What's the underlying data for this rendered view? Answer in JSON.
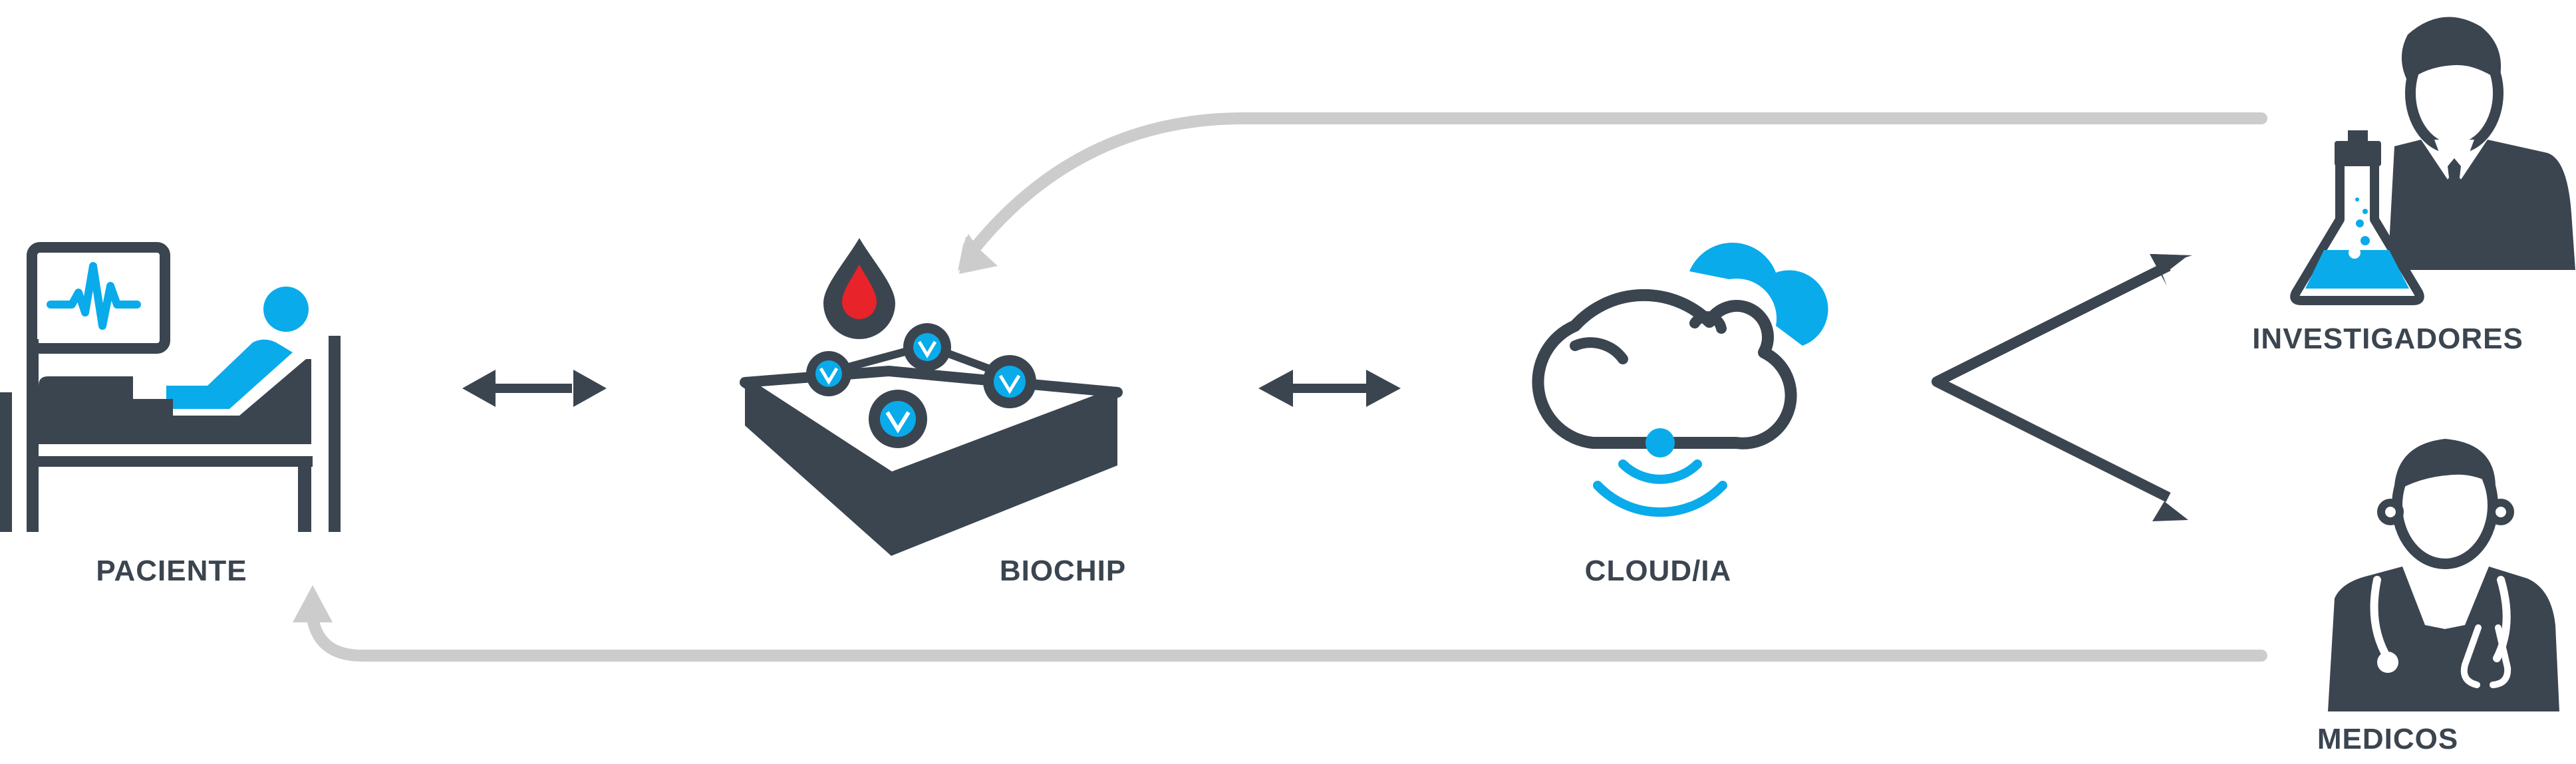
{
  "colors": {
    "dark": "#3b4550",
    "accent": "#0aabea",
    "blood": "#e8232a",
    "arrow_grey": "#cccccc",
    "background": "#ffffff"
  },
  "nodes": {
    "patient": {
      "label": "PACIENTE",
      "icon": "patient-bed-monitor-icon"
    },
    "biochip": {
      "label": "BIOCHIP",
      "icon": "biochip-blood-drop-icon"
    },
    "cloud": {
      "label": "CLOUD/IA",
      "icon": "cloud-wireless-icon"
    },
    "researchers": {
      "label": "INVESTIGADORES",
      "icon": "researcher-flask-icon"
    },
    "doctors": {
      "label": "MEDICOS",
      "icon": "doctor-stethoscope-icon"
    }
  }
}
